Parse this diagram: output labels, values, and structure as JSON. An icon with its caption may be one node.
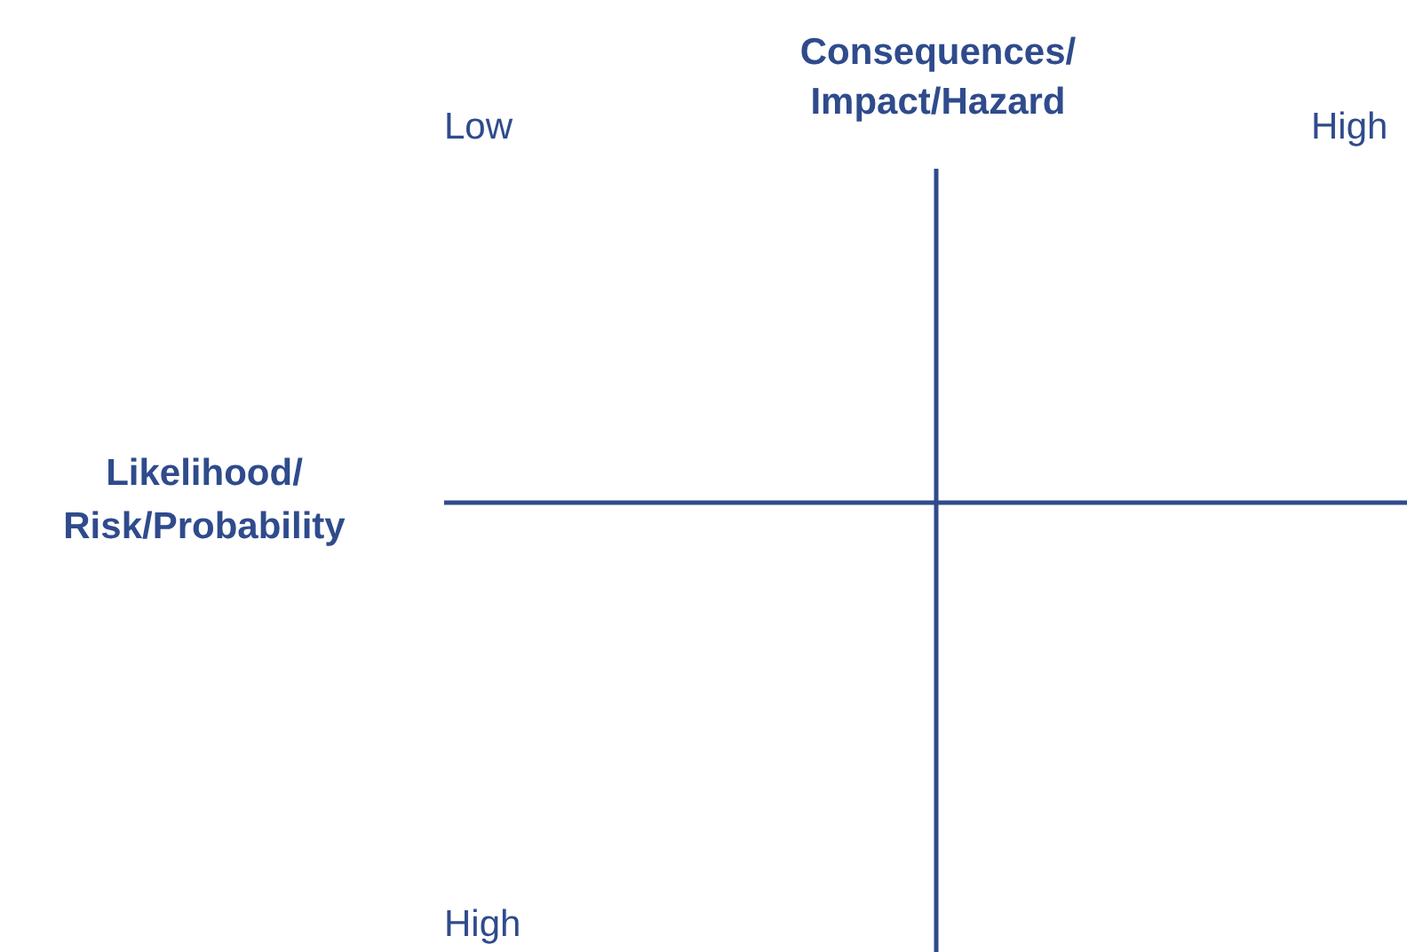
{
  "diagram": {
    "labels": [
      "Low",
      "Consequences/ Impact/Hazard",
      "High",
      "Likelihood/ Risk/Probability",
      "High"
    ]
  }
}
